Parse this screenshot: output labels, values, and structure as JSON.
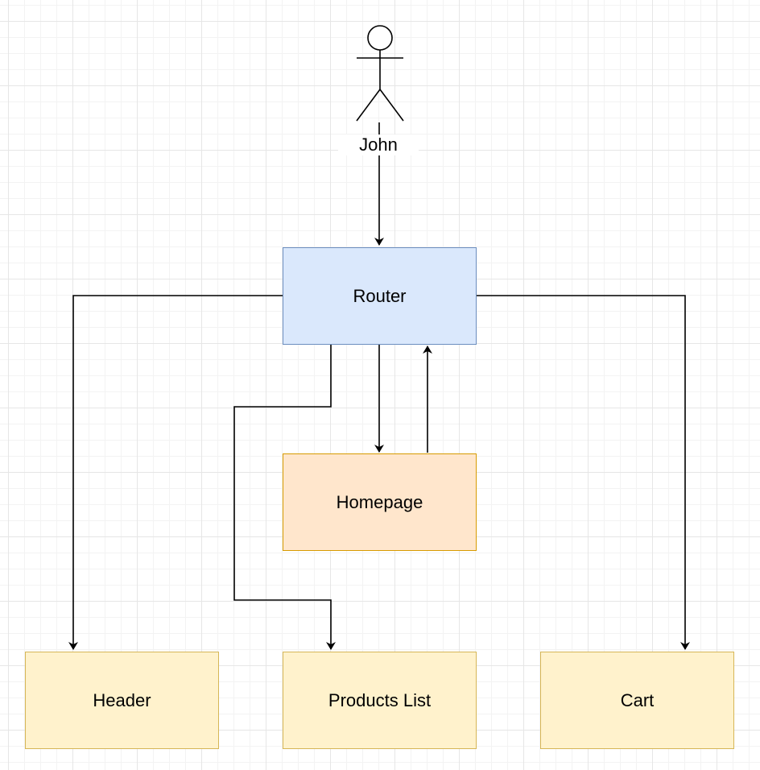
{
  "actor": {
    "label": "John",
    "icon": "stick-figure-icon"
  },
  "nodes": {
    "router": {
      "label": "Router",
      "fill": "#dae8fc",
      "stroke": "#6c8ebf"
    },
    "homepage": {
      "label": "Homepage",
      "fill": "#ffe6cc",
      "stroke": "#d79b00"
    },
    "header": {
      "label": "Header",
      "fill": "#fff2cc",
      "stroke": "#d6b656"
    },
    "products_list": {
      "label": "Products List",
      "fill": "#fff2cc",
      "stroke": "#d6b656"
    },
    "cart": {
      "label": "Cart",
      "fill": "#fff2cc",
      "stroke": "#d6b656"
    }
  },
  "edges": [
    {
      "from": "John",
      "to": "Router"
    },
    {
      "from": "Router",
      "to": "Header"
    },
    {
      "from": "Router",
      "to": "Products List"
    },
    {
      "from": "Router",
      "to": "Homepage"
    },
    {
      "from": "Homepage",
      "to": "Router"
    },
    {
      "from": "Router",
      "to": "Cart"
    }
  ]
}
